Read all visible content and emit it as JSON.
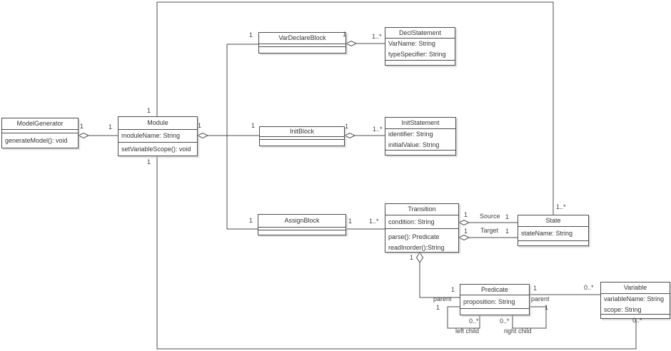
{
  "colors": {
    "stroke": "#4d4d4d",
    "text": "#333333",
    "background": "#ffffff"
  },
  "classes": {
    "model_generator": {
      "title": "ModelGenerator",
      "attributes": [],
      "methods": [
        "generateModel(): void"
      ]
    },
    "module": {
      "title": "Module",
      "attributes": [
        "moduleName: String"
      ],
      "methods": [
        "setVariableScope(): void"
      ]
    },
    "var_declare_block": {
      "title": "VarDeclareBlock",
      "attributes": [],
      "methods": []
    },
    "decl_statement": {
      "title": "DeclStatement",
      "attributes": [
        "VarName: String",
        "typeSpecifier: String"
      ],
      "methods": []
    },
    "init_block": {
      "title": "InitBlock",
      "attributes": [],
      "methods": []
    },
    "init_statement": {
      "title": "InitStatement",
      "attributes": [
        "identifier: String",
        "initialValue: String"
      ],
      "methods": []
    },
    "assign_block": {
      "title": "AssignBlock",
      "attributes": [],
      "methods": []
    },
    "transition": {
      "title": "Transition",
      "attributes": [
        "condition: String"
      ],
      "methods": [
        "parse(): Predicate",
        "readInorder():String"
      ]
    },
    "state": {
      "title": "State",
      "attributes": [
        "stateName: String"
      ],
      "methods": []
    },
    "predicate": {
      "title": "Predicate",
      "attributes": [
        "proposition: String"
      ],
      "methods": []
    },
    "variable": {
      "title": "Variable",
      "attributes": [
        "variableName: String",
        "scope: String"
      ],
      "methods": []
    }
  },
  "edges": {
    "modelgen_module": {
      "src_mult": "1",
      "dst_mult": "1"
    },
    "module_blocks": {
      "src_mult": "1",
      "vardeclare_mult": "1",
      "initblock_mult": "1",
      "assignblock_mult": "1"
    },
    "vardeclare_declstatement": {
      "src_mult": "1",
      "dst_mult": "1..*"
    },
    "initblock_initstatement": {
      "src_mult": "1",
      "dst_mult": "1..*"
    },
    "assignblock_transition": {
      "src_mult": "1",
      "dst_mult": "1..*"
    },
    "module_state": {
      "src_mult": "1",
      "dst_mult": "1..*"
    },
    "transition_state_source": {
      "name": "Source",
      "src_mult": "1",
      "dst_mult": "1"
    },
    "transition_state_target": {
      "name": "Target",
      "src_mult": "1",
      "dst_mult": "1"
    },
    "transition_predicate": {
      "src_mult": "1",
      "dst_mult": "1"
    },
    "predicate_variable": {
      "src_mult": "1",
      "dst_mult": "0..*"
    },
    "predicate_left_child": {
      "role": "parent",
      "src_mult": "1",
      "dst_mult": "0..*",
      "name": "left child"
    },
    "predicate_right_child": {
      "role": "parent",
      "src_mult": "1",
      "dst_mult": "0..*",
      "name": "right child"
    },
    "module_variable": {
      "src_mult": "1",
      "dst_mult": "0..*"
    }
  }
}
